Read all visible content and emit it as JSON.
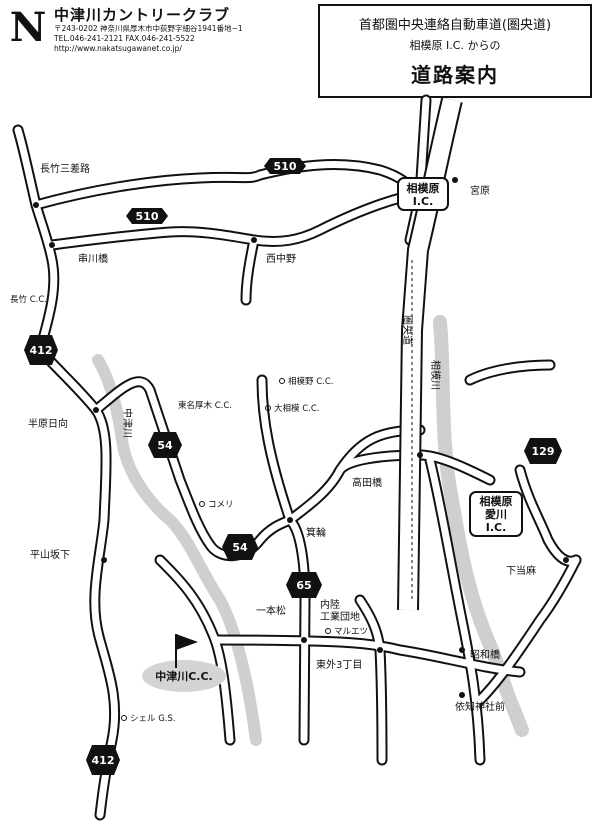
{
  "header": {
    "club_name": "中津川カントリークラブ",
    "address": "〒243-0202 神奈川県厚木市中荻野字細谷1941番地−1",
    "phone_fax": "TEL.046-241-2121  FAX.046-241-5522",
    "url": "http://www.nakatsugawanet.co.jp/"
  },
  "title": {
    "line1": "首都圏中央連絡自動車道(圏央道)",
    "line2": "相模原 I.C. からの",
    "line3": "道路案内"
  },
  "routes": {
    "r510_a": "510",
    "r510_b": "510",
    "r412_a": "412",
    "r412_b": "412",
    "r54_a": "54",
    "r54_b": "54",
    "r65": "65",
    "r129": "129"
  },
  "intersections": {
    "nagatake_sansaro": "長竹三差路",
    "kushikawabashi": "串川橋",
    "nishinakano": "西中野",
    "hanbara_hinata": "半原日向",
    "hirayamasaka_shita": "平山坂下",
    "takadabashi": "高田橋",
    "minowa": "箕輪",
    "ipponmatsu": "一本松",
    "higashisoto_3chome": "東外3丁目",
    "showabashi": "昭和橋",
    "shimotoma": "下当麻",
    "miyahara": "宮原",
    "ichi_jinja_mae": "依知神社前"
  },
  "interchanges": {
    "sagamihara_ic_line1": "相模原",
    "sagamihara_ic_line2": "I.C.",
    "aikawa_ic_line1": "相模原",
    "aikawa_ic_line2": "愛川",
    "aikawa_ic_line3": "I.C."
  },
  "expressway_label": "圏央道",
  "rivers": {
    "sagamigawa": "相模川",
    "nakatsugawa": "中津川"
  },
  "landmarks": {
    "nagatake_cc": "長竹 C.C.",
    "sagamino_cc": "相模野 C.C.",
    "higashi_meiatsugi_cc": "東名厚木 C.C.",
    "oosagami_cc": "大相模 C.C.",
    "komeri": "コメリ",
    "uchiriku_line1": "内陸",
    "uchiriku_line2": "工業団地",
    "maruetsu": "マルエツ",
    "shell_gs": "シェル G.S.",
    "destination": "中津川C.C."
  }
}
